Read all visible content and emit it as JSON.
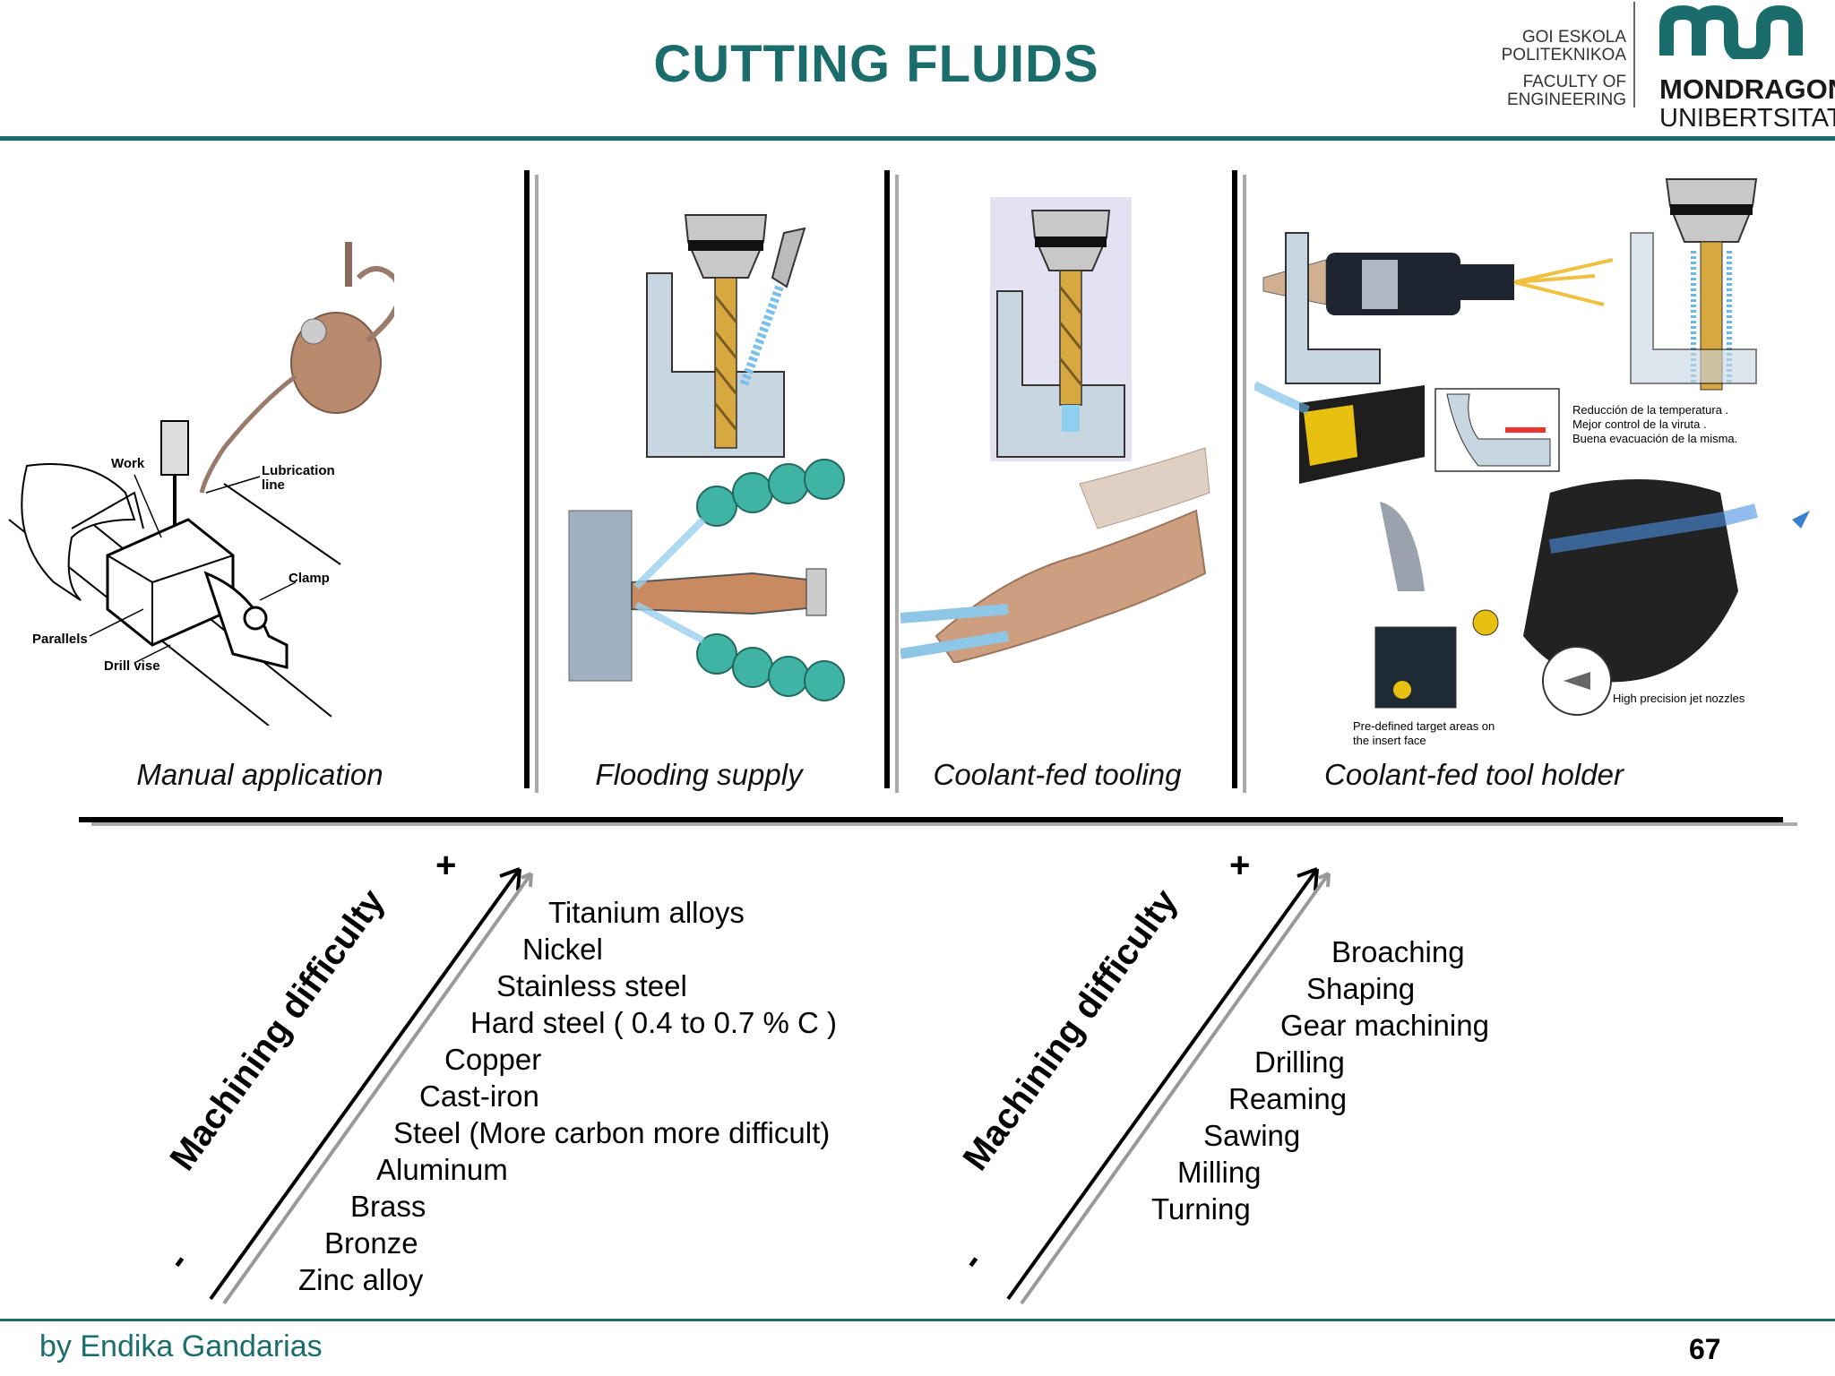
{
  "header": {
    "title": "CUTTING FLUIDS",
    "logo_lines": [
      "GOI ESKOLA",
      "POLITEKNIKOA",
      "FACULTY OF",
      "ENGINEERING"
    ],
    "logo_name_1": "MONDRAGON",
    "logo_name_2": "UNIBERTSITATEA",
    "brand_color": "#1b6d6b"
  },
  "panels": [
    {
      "caption": "Manual application",
      "labels": {
        "work": "Work",
        "lubrication": "Lubrication",
        "line": "line",
        "clamp": "Clamp",
        "parallels": "Parallels",
        "drill_vise": "Drill vise"
      }
    },
    {
      "caption": "Flooding supply"
    },
    {
      "caption": "Coolant-fed tooling"
    },
    {
      "caption": "Coolant-fed tool holder",
      "bullets": [
        "Reducción de la temperatura .",
        "Mejor control de la viruta .",
        "Buena evacuación de la misma."
      ],
      "nozzle_label": "High precision jet nozzles",
      "target_1": "Pre-defined target areas on",
      "target_2": "the insert face"
    }
  ],
  "left_scale": {
    "axis_label": "Machining difficulty",
    "plus": "+",
    "minus": "-",
    "items": [
      "Titanium alloys",
      "Nickel",
      "Stainless steel",
      "Hard steel ( 0.4 to 0.7 % C )",
      "Copper",
      "Cast-iron",
      "Steel (More carbon more difficult)",
      "Aluminum",
      "Brass",
      "Bronze",
      "Zinc alloy"
    ]
  },
  "right_scale": {
    "axis_label": "Machining difficulty",
    "plus": "+",
    "minus": "-",
    "items": [
      "Broaching",
      "Shaping",
      "Gear machining",
      "Drilling",
      "Reaming",
      "Sawing",
      "Milling",
      "Turning"
    ]
  },
  "footer": {
    "author": "by Endika Gandarias",
    "page_number": "67"
  }
}
